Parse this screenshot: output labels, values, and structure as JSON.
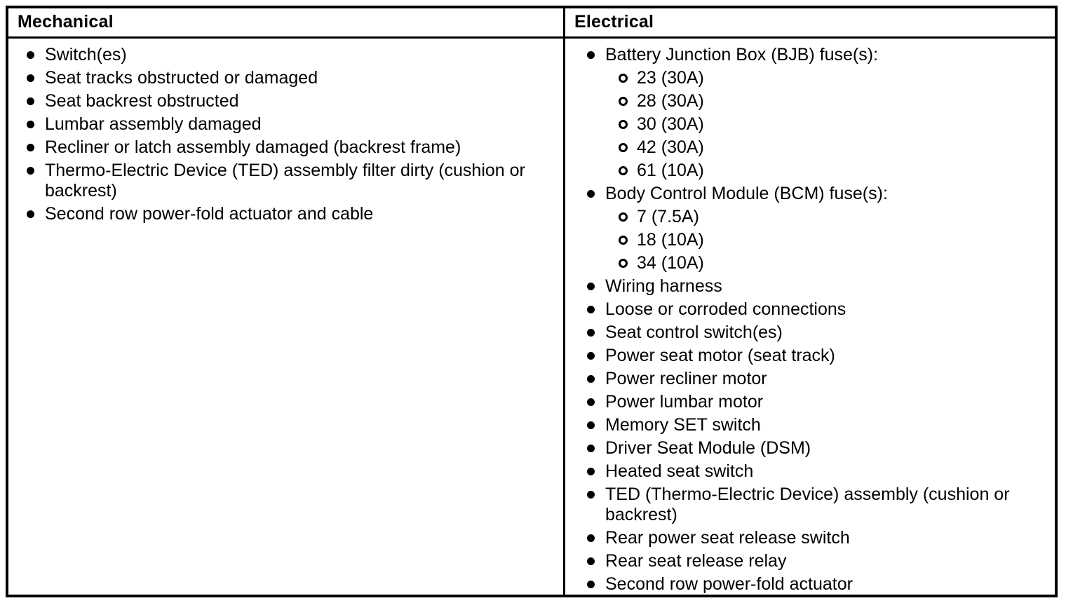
{
  "table": {
    "colors": {
      "border": "#000000",
      "text": "#000000",
      "background": "#ffffff"
    },
    "columns": [
      {
        "header": "Mechanical",
        "items": [
          {
            "level": 1,
            "text": "Switch(es)"
          },
          {
            "level": 1,
            "text": "Seat tracks obstructed or damaged"
          },
          {
            "level": 1,
            "text": "Seat backrest obstructed"
          },
          {
            "level": 1,
            "text": "Lumbar assembly damaged"
          },
          {
            "level": 1,
            "text": "Recliner or latch assembly damaged (backrest frame)"
          },
          {
            "level": 1,
            "text": "Thermo-Electric Device (TED) assembly filter dirty (cushion or backrest)"
          },
          {
            "level": 1,
            "text": "Second row power-fold actuator and cable"
          }
        ]
      },
      {
        "header": "Electrical",
        "items": [
          {
            "level": 1,
            "text": "Battery Junction Box (BJB) fuse(s):"
          },
          {
            "level": 2,
            "text": "23 (30A)"
          },
          {
            "level": 2,
            "text": "28 (30A)"
          },
          {
            "level": 2,
            "text": "30 (30A)"
          },
          {
            "level": 2,
            "text": "42 (30A)"
          },
          {
            "level": 2,
            "text": "61 (10A)"
          },
          {
            "level": 1,
            "text": "Body Control Module (BCM) fuse(s):"
          },
          {
            "level": 2,
            "text": "7 (7.5A)"
          },
          {
            "level": 2,
            "text": "18 (10A)"
          },
          {
            "level": 2,
            "text": "34 (10A)"
          },
          {
            "level": 1,
            "text": "Wiring harness"
          },
          {
            "level": 1,
            "text": "Loose or corroded connections"
          },
          {
            "level": 1,
            "text": "Seat control switch(es)"
          },
          {
            "level": 1,
            "text": "Power seat motor (seat track)"
          },
          {
            "level": 1,
            "text": "Power recliner motor"
          },
          {
            "level": 1,
            "text": "Power lumbar motor"
          },
          {
            "level": 1,
            "text": "Memory SET switch"
          },
          {
            "level": 1,
            "text": "Driver Seat Module (DSM)"
          },
          {
            "level": 1,
            "text": "Heated seat switch"
          },
          {
            "level": 1,
            "text": "TED (Thermo-Electric Device) assembly (cushion or backrest)"
          },
          {
            "level": 1,
            "text": "Rear power seat release switch"
          },
          {
            "level": 1,
            "text": "Rear seat release relay"
          },
          {
            "level": 1,
            "text": "Second row power-fold actuator"
          }
        ]
      }
    ]
  }
}
